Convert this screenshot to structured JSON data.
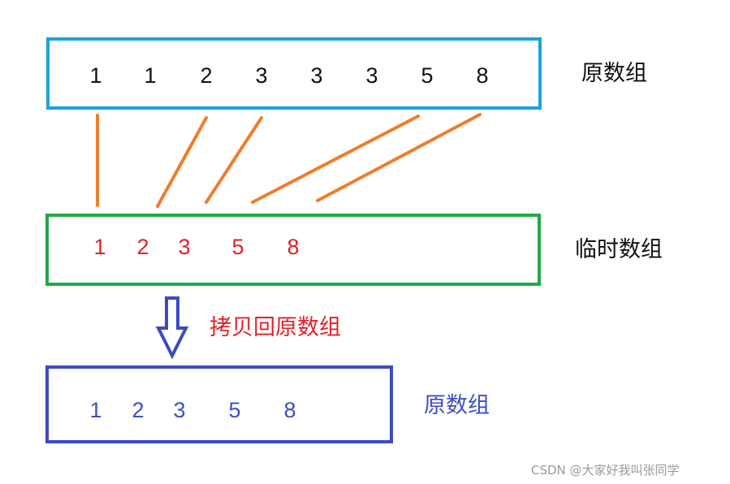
{
  "original_array": {
    "values": [
      "1",
      "1",
      "2",
      "3",
      "3",
      "3",
      "5",
      "8"
    ],
    "label": "原数组",
    "color": "#1aa3dc"
  },
  "temp_array": {
    "values": [
      "1",
      "2",
      "3",
      "5",
      "8"
    ],
    "label": "临时数组",
    "color": "#22a845"
  },
  "copy_back": {
    "label": "拷贝回原数组",
    "arrow": "down-arrow-icon",
    "color": "#e5202a"
  },
  "result_array": {
    "values": [
      "1",
      "2",
      "3",
      "5",
      "8"
    ],
    "label": "原数组",
    "color": "#3b4bc4"
  },
  "connector_color": "#f07d2b",
  "watermark": "CSDN @大家好我叫张同学"
}
